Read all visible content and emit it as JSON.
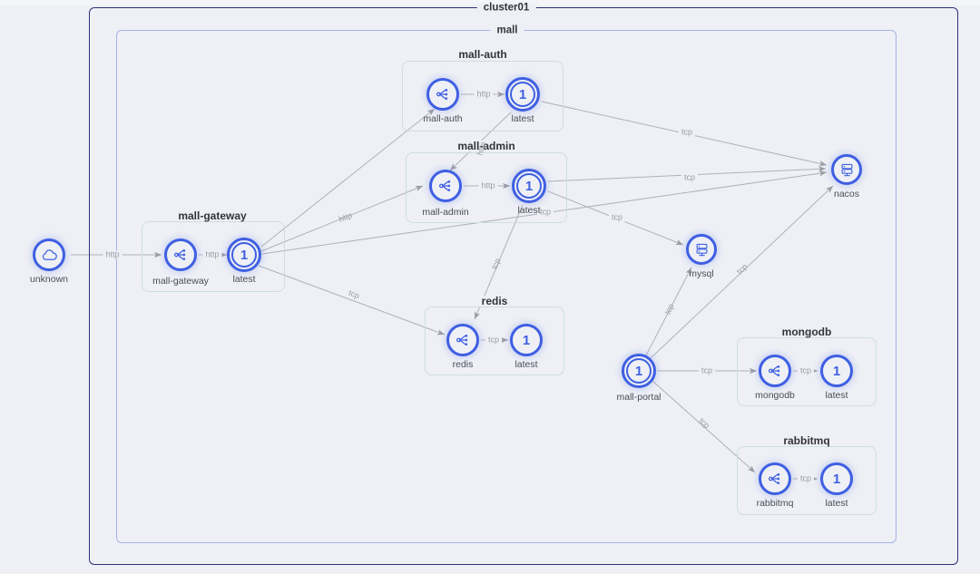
{
  "diagram": {
    "type": "service-topology",
    "background_color": "#eef0f5",
    "accent_color": "#3f5fe2",
    "cluster_border_color": "#2f2f7a",
    "namespace_border_color": "#a9b2e8",
    "service_border_color": "#cfdedb",
    "edge_color": "#a9abb4"
  },
  "cluster": {
    "label": "cluster01"
  },
  "namespace": {
    "label": "mall"
  },
  "groups": [
    {
      "id": "g-mall-auth",
      "label": "mall-auth"
    },
    {
      "id": "g-mall-admin",
      "label": "mall-admin"
    },
    {
      "id": "g-mall-gateway",
      "label": "mall-gateway"
    },
    {
      "id": "g-redis",
      "label": "redis"
    },
    {
      "id": "g-mongodb",
      "label": "mongodb"
    },
    {
      "id": "g-rabbitmq",
      "label": "rabbitmq"
    }
  ],
  "nodes": [
    {
      "id": "unknown",
      "label": "unknown",
      "icon": "cloud-icon",
      "kind": "external"
    },
    {
      "id": "mall-gateway",
      "label": "mall-gateway",
      "icon": "service-icon",
      "kind": "service"
    },
    {
      "id": "mall-gateway-v",
      "label": "latest",
      "icon": "instance-icon",
      "kind": "instance",
      "count": "1"
    },
    {
      "id": "mall-auth",
      "label": "mall-auth",
      "icon": "service-icon",
      "kind": "service"
    },
    {
      "id": "mall-auth-v",
      "label": "latest",
      "icon": "instance-icon",
      "kind": "instance",
      "count": "1"
    },
    {
      "id": "mall-admin",
      "label": "mall-admin",
      "icon": "service-icon",
      "kind": "service"
    },
    {
      "id": "mall-admin-v",
      "label": "latest",
      "icon": "instance-icon",
      "kind": "instance",
      "count": "1"
    },
    {
      "id": "redis",
      "label": "redis",
      "icon": "service-icon",
      "kind": "service"
    },
    {
      "id": "redis-v",
      "label": "latest",
      "icon": "instance-icon",
      "kind": "instance",
      "count": "1"
    },
    {
      "id": "mall-portal",
      "label": "mall-portal",
      "icon": "instance-icon",
      "kind": "instance",
      "count": "1"
    },
    {
      "id": "mongodb",
      "label": "mongodb",
      "icon": "service-icon",
      "kind": "service"
    },
    {
      "id": "mongodb-v",
      "label": "latest",
      "icon": "instance-icon",
      "kind": "instance",
      "count": "1"
    },
    {
      "id": "rabbitmq",
      "label": "rabbitmq",
      "icon": "service-icon",
      "kind": "service"
    },
    {
      "id": "rabbitmq-v",
      "label": "latest",
      "icon": "instance-icon",
      "kind": "instance",
      "count": "1"
    },
    {
      "id": "mysql",
      "label": "mysql",
      "icon": "database-icon",
      "kind": "database"
    },
    {
      "id": "nacos",
      "label": "nacos",
      "icon": "database-icon",
      "kind": "database"
    }
  ],
  "edges": [
    {
      "from": "unknown",
      "to": "mall-gateway",
      "protocol": "http"
    },
    {
      "from": "mall-gateway",
      "to": "mall-gateway-v",
      "protocol": "http"
    },
    {
      "from": "mall-gateway-v",
      "to": "mall-admin",
      "protocol": "http"
    },
    {
      "from": "mall-gateway-v",
      "to": "mall-auth",
      "protocol": "http"
    },
    {
      "from": "mall-gateway-v",
      "to": "nacos",
      "protocol": "tcp"
    },
    {
      "from": "mall-gateway-v",
      "to": "redis",
      "protocol": "tcp"
    },
    {
      "from": "mall-auth",
      "to": "mall-auth-v",
      "protocol": "http"
    },
    {
      "from": "mall-auth-v",
      "to": "nacos",
      "protocol": "tcp"
    },
    {
      "from": "mall-admin",
      "to": "mall-admin-v",
      "protocol": "http"
    },
    {
      "from": "mall-admin-v",
      "to": "nacos",
      "protocol": "tcp"
    },
    {
      "from": "mall-admin-v",
      "to": "mysql",
      "protocol": "tcp"
    },
    {
      "from": "mall-admin-v",
      "to": "redis",
      "protocol": "tcp"
    },
    {
      "from": "mall-auth-v",
      "to": "mall-admin",
      "protocol": "http"
    },
    {
      "from": "redis",
      "to": "redis-v",
      "protocol": "tcp"
    },
    {
      "from": "mall-portal",
      "to": "nacos",
      "protocol": "tcp"
    },
    {
      "from": "mall-portal",
      "to": "mysql",
      "protocol": "tcp"
    },
    {
      "from": "mall-portal",
      "to": "mongodb",
      "protocol": "tcp"
    },
    {
      "from": "mall-portal",
      "to": "rabbitmq",
      "protocol": "tcp"
    },
    {
      "from": "mongodb",
      "to": "mongodb-v",
      "protocol": "tcp"
    },
    {
      "from": "rabbitmq",
      "to": "rabbitmq-v",
      "protocol": "tcp"
    }
  ],
  "edge_labels": {
    "unknown_gateway": "http",
    "gateway_inst": "http",
    "gateway_admin": "http",
    "auth_inst": "http",
    "admin_inst": "http",
    "auth_admin": "http",
    "auth_nacos": "tcp",
    "admin_nacos": "tcp",
    "admin_mysql": "tcp",
    "admin_tcp2": "tcp",
    "gateway_redis": "tcp",
    "gateway_tcp_nacos": "tcp",
    "redis_inst": "tcp",
    "portal_nacos": "tcp",
    "portal_mysql": "tcp",
    "portal_mongodb": "tcp",
    "portal_rabbitmq": "tcp",
    "mongodb_inst": "tcp",
    "rabbitmq_inst": "tcp"
  }
}
